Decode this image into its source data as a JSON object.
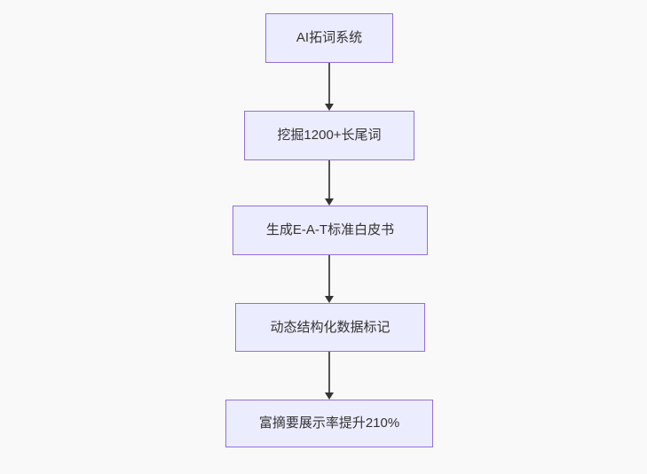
{
  "flowchart": {
    "type": "vertical-flow",
    "nodes": [
      {
        "id": "step-1",
        "label": "AI拓词系统"
      },
      {
        "id": "step-2",
        "label": "挖掘1200+长尾词"
      },
      {
        "id": "step-3",
        "label": "生成E-A-T标准白皮书"
      },
      {
        "id": "step-4",
        "label": "动态结构化数据标记"
      },
      {
        "id": "step-5",
        "label": "富摘要展示率提升210%"
      }
    ],
    "edges": [
      {
        "from": "step-1",
        "to": "step-2"
      },
      {
        "from": "step-2",
        "to": "step-3"
      },
      {
        "from": "step-3",
        "to": "step-4"
      },
      {
        "from": "step-4",
        "to": "step-5"
      }
    ],
    "colors": {
      "node_fill": "#ECECFF",
      "node_border": "#9370DB",
      "node_text": "#333333",
      "arrow_line": "#555555",
      "arrow_head": "#333333",
      "background": "#f9f9f9"
    }
  }
}
